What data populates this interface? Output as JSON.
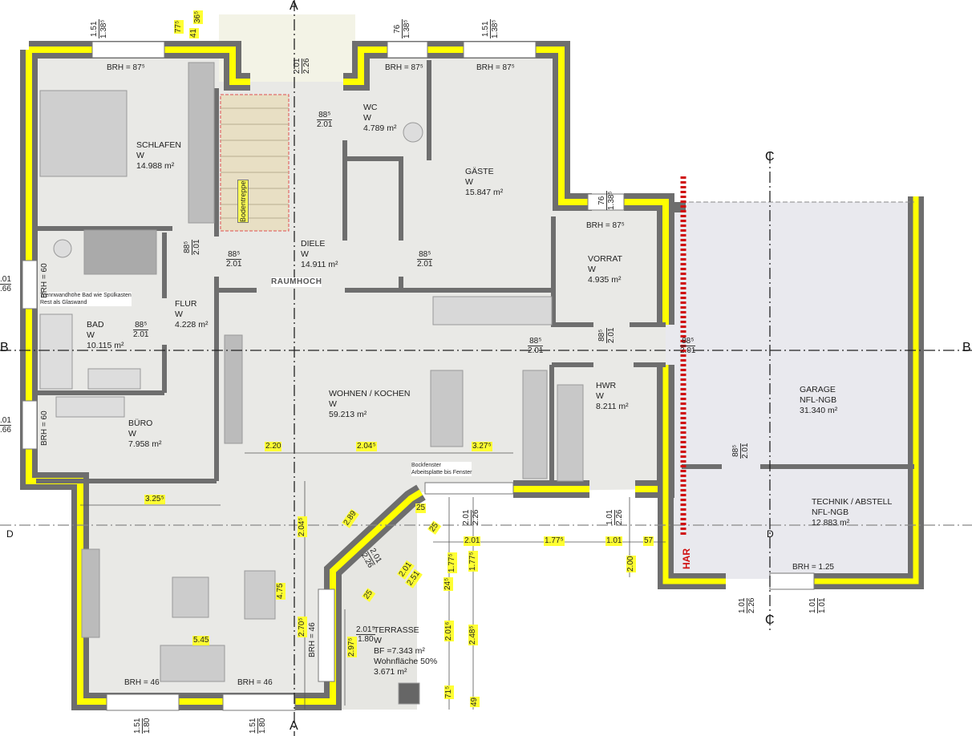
{
  "rooms": [
    {
      "name": "SCHLAFEN",
      "type": "W",
      "area": "14.988 m²"
    },
    {
      "name": "WC",
      "type": "W",
      "area": "4.789 m²"
    },
    {
      "name": "GÄSTE",
      "type": "W",
      "area": "15.847 m²"
    },
    {
      "name": "DIELE",
      "type": "W",
      "area": "14.911 m²"
    },
    {
      "name": "FLUR",
      "type": "W",
      "area": "4.228 m²"
    },
    {
      "name": "BAD",
      "type": "W",
      "area": "10.115 m²"
    },
    {
      "name": "VORRAT",
      "type": "W",
      "area": "4.935 m²"
    },
    {
      "name": "HWR",
      "type": "W",
      "area": "8.211 m²"
    },
    {
      "name": "WOHNEN / KOCHEN",
      "type": "W",
      "area": "59.213 m²"
    },
    {
      "name": "BÜRO",
      "type": "W",
      "area": "7.958 m²"
    },
    {
      "name": "GARAGE",
      "type": "NFL-NGB",
      "area": "31.340 m²"
    },
    {
      "name": "TECHNIK / ABSTELL",
      "type": "NFL-NGB",
      "area": "12.883 m²"
    }
  ],
  "terrace": {
    "name": "TERRASSE",
    "type": "W",
    "bf": "BF =7.343 m²",
    "share": "Wohnfläche  50%",
    "area": "3.671 m²",
    "opening_w": "2.01⁵",
    "opening_h": "1.80"
  },
  "notes": {
    "stair": "Bodentreppe",
    "raumhoch": "RAUMHOCH",
    "bath_line1": "Trennwandhöhe Bad wie Spülkasten",
    "bath_line2": "Rest als Glaswand",
    "kitchen_line1": "Bockfenster",
    "kitchen_line2": "Arbeitsplatte bis Fenster",
    "har": "HAR"
  },
  "brh": [
    "BRH = 87⁵",
    "BRH = 87⁵",
    "BRH = 87⁵",
    "BRH = 87⁵",
    "BRH = 46",
    "BRH = 46",
    "BRH = 46",
    "BRH = 60",
    "BRH = 60",
    "BRH = 1.25"
  ],
  "doors": [
    {
      "w": "88⁵",
      "h": "2.01"
    },
    {
      "w": "88⁵",
      "h": "2.01"
    },
    {
      "w": "88⁵",
      "h": "2.01"
    },
    {
      "w": "88⁵",
      "h": "2.01"
    },
    {
      "w": "88⁵",
      "h": "2.01"
    },
    {
      "w": "88⁵",
      "h": "2.01"
    },
    {
      "w": "88⁵",
      "h": "2.01"
    },
    {
      "w": "88⁵",
      "h": "2.01"
    },
    {
      "w": "88⁵",
      "h": "2.01"
    }
  ],
  "openings": [
    {
      "w": "1.51",
      "h": "1.38⁵"
    },
    {
      "w": "76",
      "h": "1.38⁵"
    },
    {
      "w": "1.51",
      "h": "1.38⁵"
    },
    {
      "w": "76",
      "h": "1.38⁵"
    },
    {
      "w": "1.51",
      "h": "1.80"
    },
    {
      "w": "1.51",
      "h": "1.80"
    },
    {
      "w": "2.01",
      "h": "2.26"
    },
    {
      "w": "2.01",
      "h": "2.26"
    },
    {
      "w": "1.01",
      "h": "2.26"
    },
    {
      "w": "1.01",
      "h": "2.26"
    },
    {
      "w": "1.01",
      "h": "1.01"
    },
    {
      "w": "2.01",
      "h": "2.26"
    },
    {
      "w": ".01",
      "h": ".66"
    },
    {
      "w": ".01",
      "h": ".66"
    }
  ],
  "dimensions": [
    "77⁵",
    "41",
    "36⁵",
    "3.25⁵",
    "2.20",
    "2.04⁵",
    "3.27⁵",
    "5.45",
    "4.75",
    "2.89",
    "2.04⁵",
    "2.70⁵",
    "2.97⁵",
    "25",
    "25",
    "25",
    "2.01",
    "2.51",
    "2.01",
    "1.77⁵",
    "1.01",
    "57",
    "2.00",
    "24⁵",
    "1.77⁵",
    "1.77⁵",
    "2.01⁶",
    "2.48⁵",
    "71⁵",
    "49"
  ],
  "axes": [
    "A",
    "A",
    "B",
    "B",
    "C",
    "C",
    "D",
    "D"
  ],
  "colors": {
    "wall": "#6e6e6e",
    "insulation": "#ffff00",
    "floor": "#e9e9e6",
    "dimension_highlight": "#ffff33",
    "stair": "#e8dfc4",
    "har_marker": "#d01010"
  }
}
